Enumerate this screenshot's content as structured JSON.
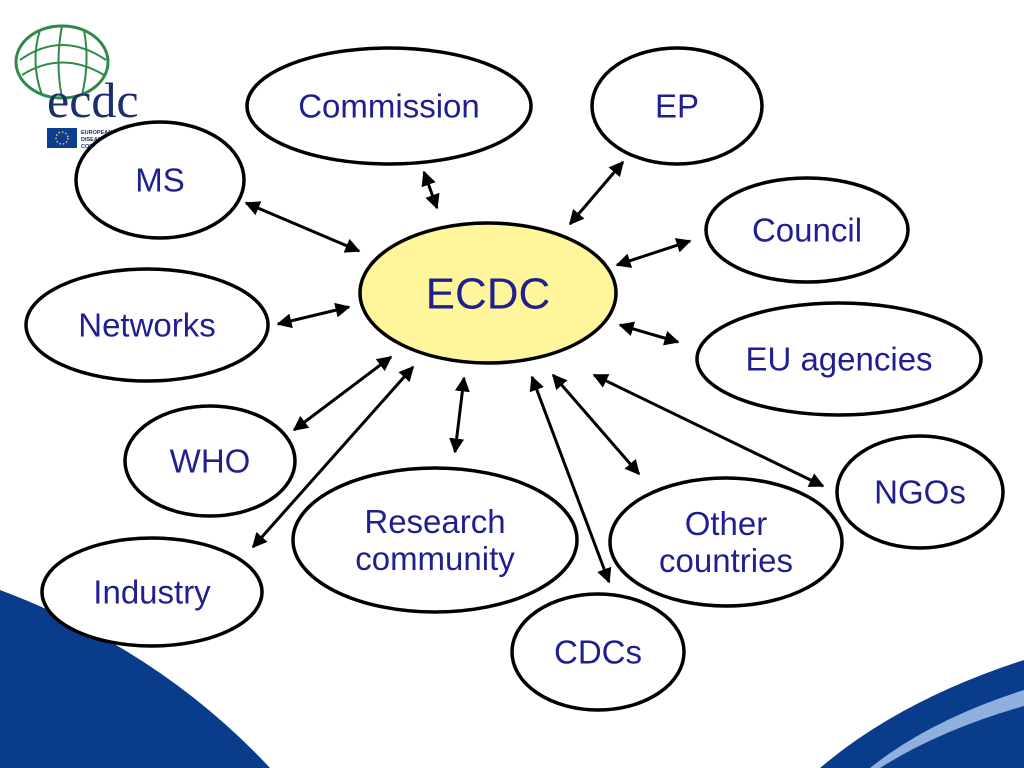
{
  "logo": {
    "wordmark": "ecdc",
    "tagline_lines": [
      "EUROPEAN CENTRE FOR",
      "DISEASE PREVENTION AND",
      "CONTROL"
    ],
    "flag_color": "#0d3d91",
    "globe_color": "#2f8a4a"
  },
  "colors": {
    "node_stroke": "#000000",
    "node_fill": "#ffffff",
    "center_fill": "#fff59a",
    "text": "#1f1f8f",
    "arrow": "#000000",
    "band_blue": "#0a3c8c"
  },
  "diagram": {
    "center": {
      "id": "ecdc",
      "label": "ECDC"
    },
    "nodes": [
      {
        "id": "commission",
        "lines": [
          "Commission"
        ]
      },
      {
        "id": "ep",
        "lines": [
          "EP"
        ]
      },
      {
        "id": "ms",
        "lines": [
          "MS"
        ]
      },
      {
        "id": "council",
        "lines": [
          "Council"
        ]
      },
      {
        "id": "networks",
        "lines": [
          "Networks"
        ]
      },
      {
        "id": "eu-agencies",
        "lines": [
          "EU agencies"
        ]
      },
      {
        "id": "who",
        "lines": [
          "WHO"
        ]
      },
      {
        "id": "ngos",
        "lines": [
          "NGOs"
        ]
      },
      {
        "id": "research-community",
        "lines": [
          "Research",
          "community"
        ]
      },
      {
        "id": "other-countries",
        "lines": [
          "Other",
          "countries"
        ]
      },
      {
        "id": "industry",
        "lines": [
          "Industry"
        ]
      },
      {
        "id": "cdcs",
        "lines": [
          "CDCs"
        ]
      }
    ],
    "edges": [
      {
        "from": "ecdc",
        "to": "commission",
        "direction": "both"
      },
      {
        "from": "ecdc",
        "to": "ep",
        "direction": "both"
      },
      {
        "from": "ecdc",
        "to": "ms",
        "direction": "both"
      },
      {
        "from": "ecdc",
        "to": "council",
        "direction": "both"
      },
      {
        "from": "ecdc",
        "to": "networks",
        "direction": "both"
      },
      {
        "from": "ecdc",
        "to": "eu-agencies",
        "direction": "both"
      },
      {
        "from": "ecdc",
        "to": "who",
        "direction": "both"
      },
      {
        "from": "ecdc",
        "to": "industry",
        "direction": "both"
      },
      {
        "from": "ecdc",
        "to": "research-community",
        "direction": "both"
      },
      {
        "from": "ecdc",
        "to": "cdcs",
        "direction": "both"
      },
      {
        "from": "ecdc",
        "to": "other-countries",
        "direction": "both"
      },
      {
        "from": "ecdc",
        "to": "ngos",
        "direction": "both"
      }
    ]
  }
}
